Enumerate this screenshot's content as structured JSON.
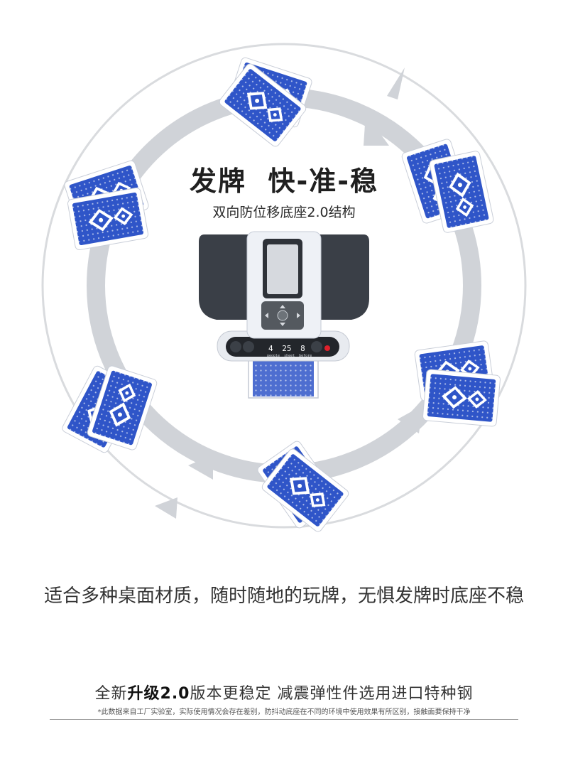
{
  "headline": "发牌  快-准-稳",
  "subheadline": "双向防位移底座2.0结构",
  "device": {
    "display_numbers": [
      "4",
      "25",
      "8"
    ],
    "display_labels": [
      "people",
      "sheet",
      "before"
    ]
  },
  "caption": "适合多种桌面材质，随时随地的玩牌，无惧发牌时底座不稳",
  "upgrade": {
    "prefix": "全新",
    "strong": "升级2.0",
    "suffix": "版本更稳定 减震弹性件选用进口特种钢"
  },
  "disclaimer": "*此数据来自工厂实验室，实际使用情况会存在差别，防抖动底座在不同的环境中使用效果有所区别，接触面要保持干净",
  "colors": {
    "card_blue": "#2f55c8",
    "ring_gray": "#d2d4d8",
    "device_dark": "#3a3f47"
  }
}
